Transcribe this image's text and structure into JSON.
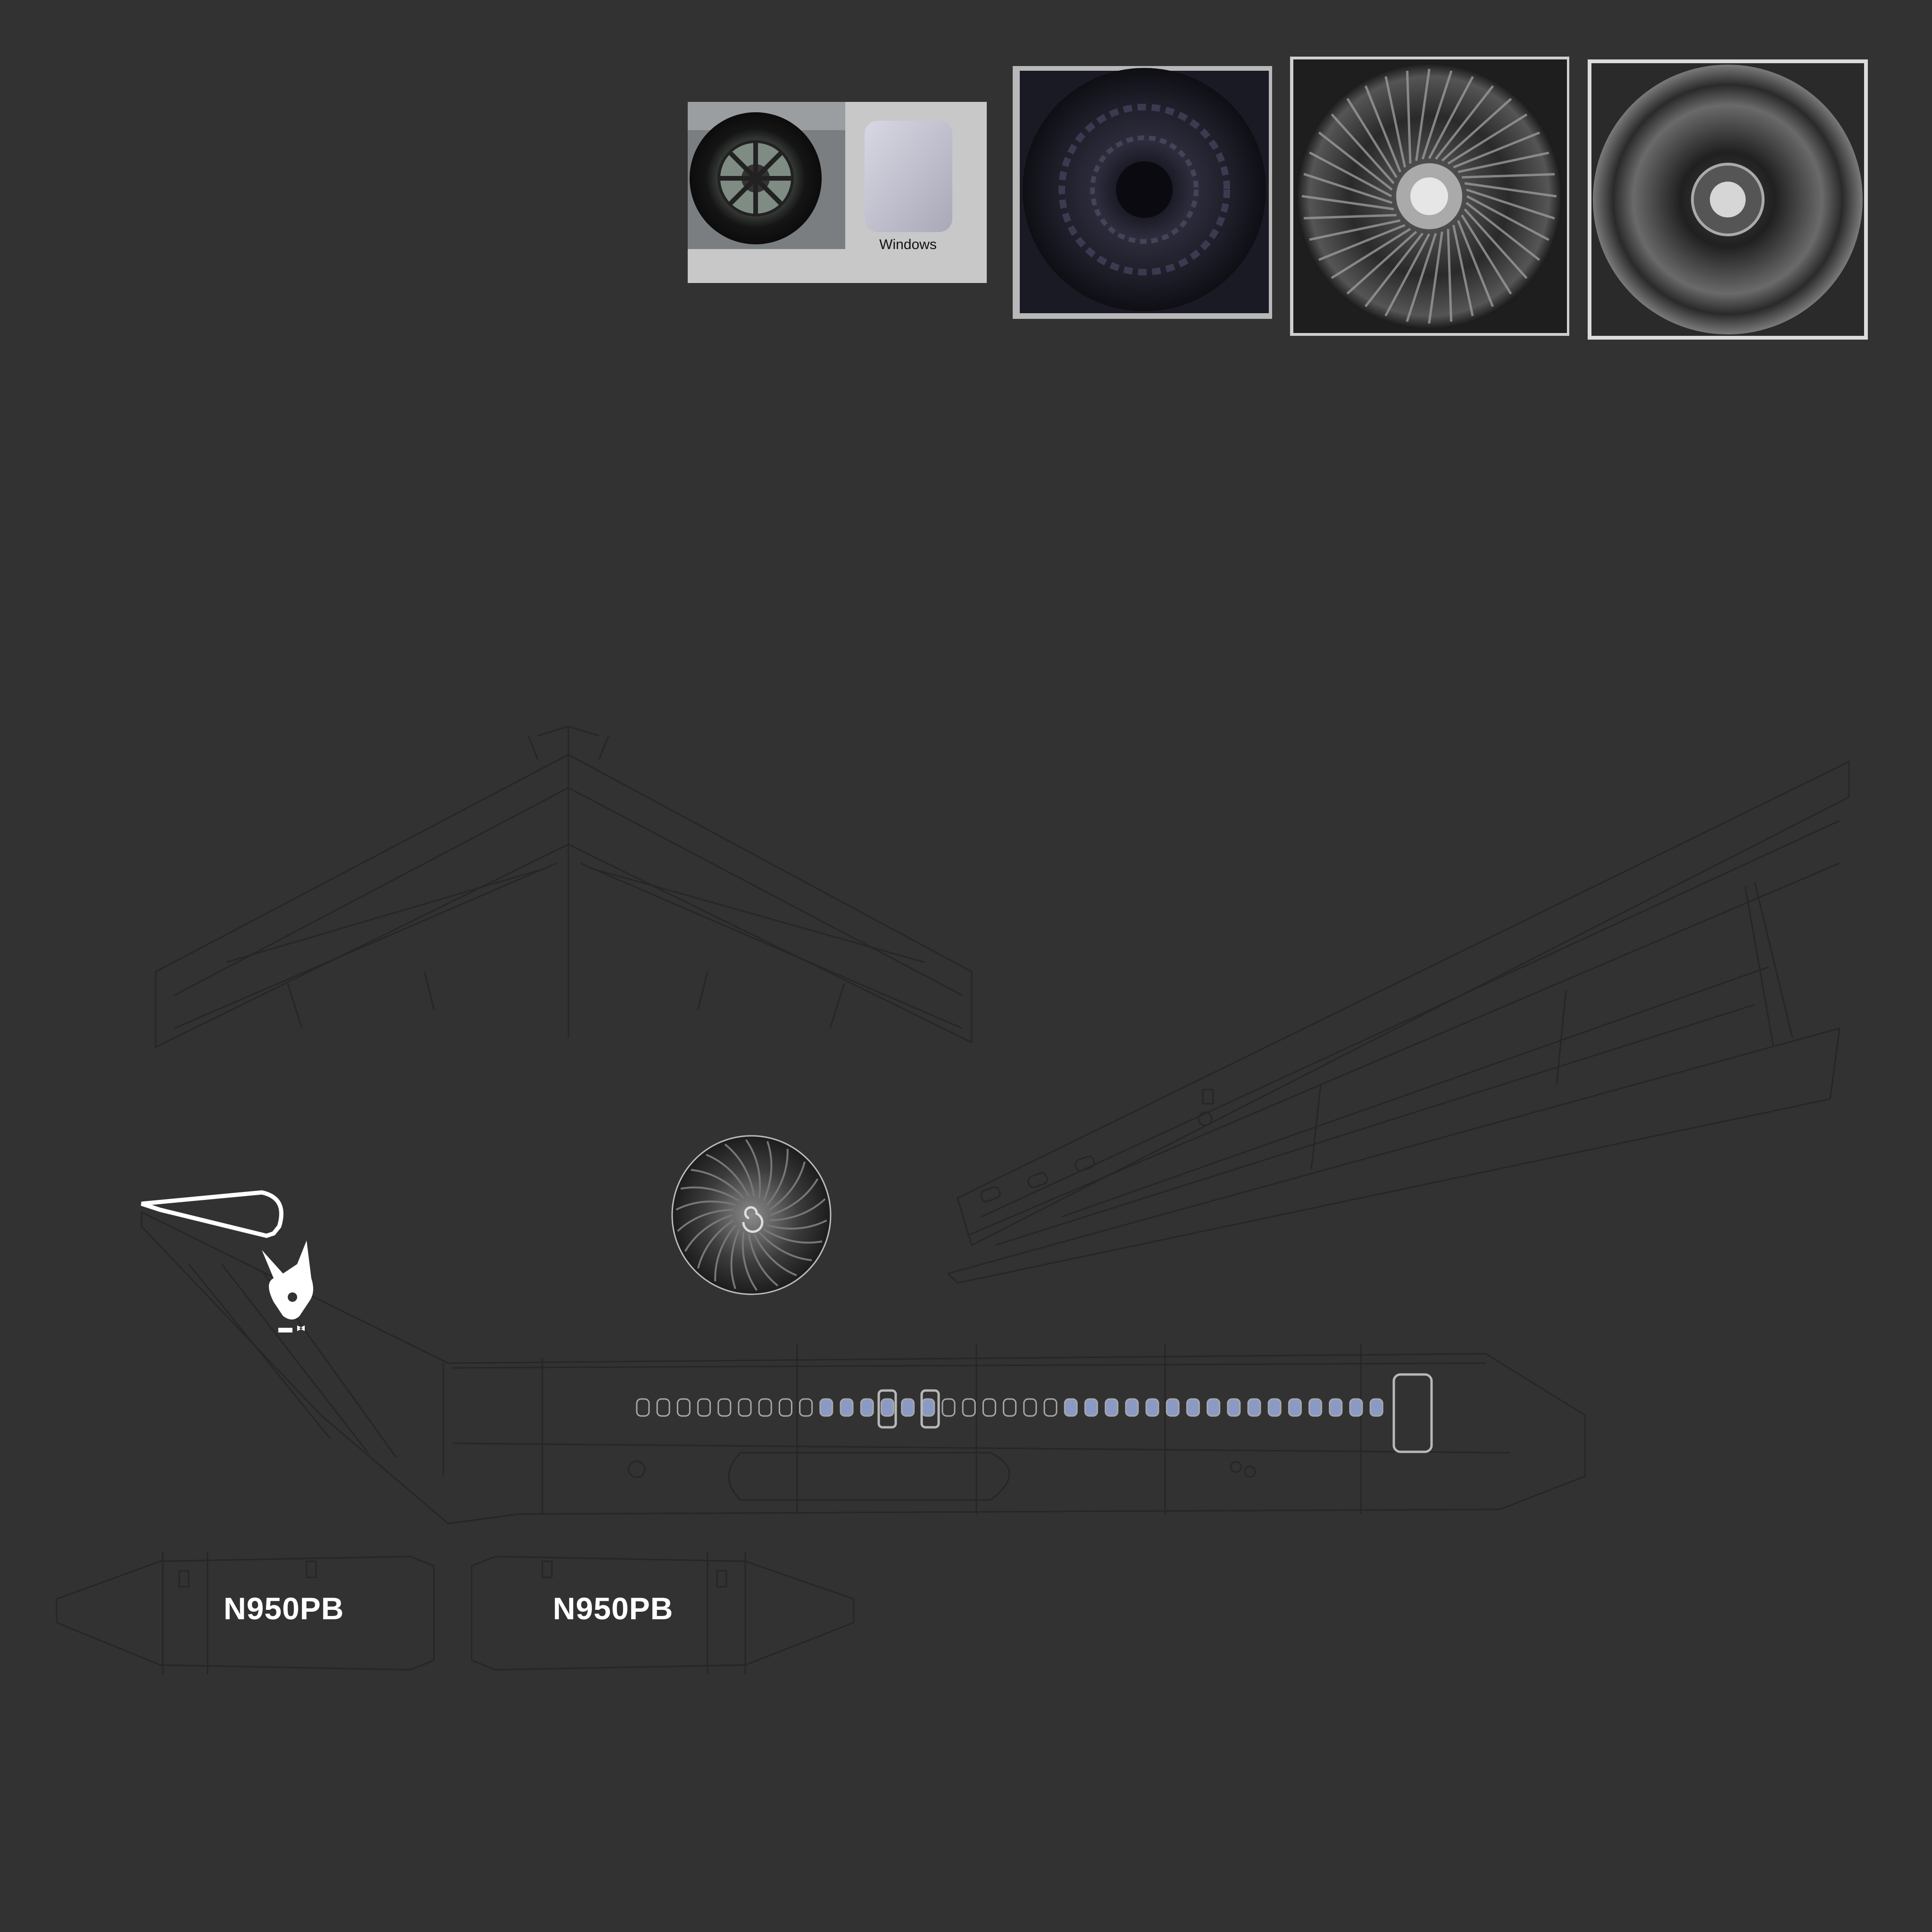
{
  "texture": {
    "background": "#323232",
    "line_color": "#262626",
    "livery_color": "#ffffff",
    "window_glass_color": "#8a9ac4"
  },
  "panels": {
    "windows_label": "Windows",
    "wheel_icon": "landing-gear-wheel",
    "engine_intake_icon": "engine-fan",
    "engine_exhaust_icon": "engine-exhaust",
    "spinner_icon": "fan-spinner"
  },
  "livery": {
    "registration_1": "N950PB",
    "registration_2": "N950PB",
    "tail_logo_icon": "rabbit-head-logo"
  }
}
